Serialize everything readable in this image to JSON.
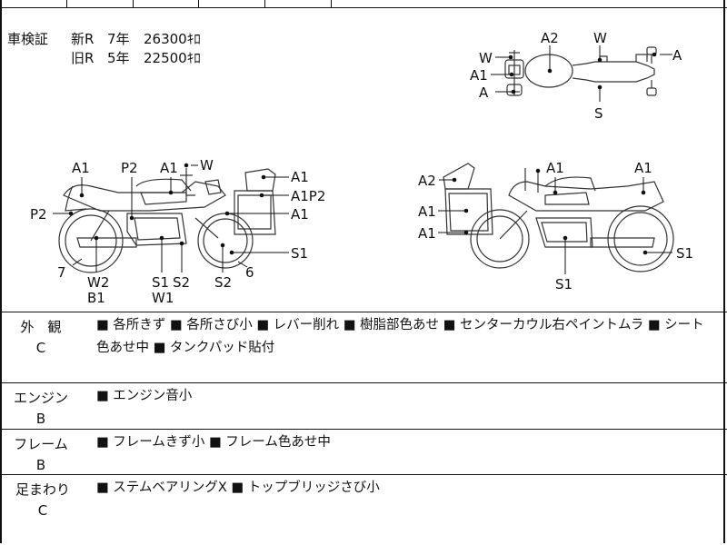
{
  "inspection_certificate": {
    "label": "車検証",
    "new_row": {
      "type": "新R",
      "years": "7年",
      "mileage": "26300ｷﾛ"
    },
    "old_row": {
      "type": "旧R",
      "years": "5年",
      "mileage": "22500ｷﾛ"
    }
  },
  "diagram_labels": {
    "top_view": {
      "a2": "A2",
      "w_left": "W",
      "w_right": "W",
      "a1": "A1",
      "a_left": "A",
      "a_right": "A",
      "s": "S"
    },
    "left_side": {
      "a1_front": "A1",
      "p2_tank": "P2",
      "a1_tank": "A1",
      "w_mirror": "W",
      "p2_tail": "P2",
      "a1_box_top": "A1",
      "a1p2_box": "A1P2",
      "a1_box_bottom": "A1",
      "s1_front": "S1",
      "num7": "7",
      "num6": "6",
      "w2": "W2",
      "b1": "B1",
      "s1_engine": "S1",
      "s2_engine": "S2",
      "w1": "W1",
      "s2_front": "S2"
    },
    "right_side": {
      "a2_box": "A2",
      "a1_box_mid": "A1",
      "a1_box_low": "A1",
      "a1_tank": "A1",
      "a1_seat": "A1",
      "s1_engine": "S1",
      "s1_front": "S1"
    }
  },
  "sections": [
    {
      "name": "外　観",
      "grade": "C",
      "items": [
        "■ 各所きず ■ 各所さび小 ■ レバー削れ ■ 樹脂部色あせ ■ センターカウル右ペイントムラ ■ シート",
        "色あせ中 ■ タンクパッド貼付"
      ]
    },
    {
      "name": "エンジン",
      "grade": "B",
      "items": [
        "■ エンジン音小"
      ]
    },
    {
      "name": "フレーム",
      "grade": "B",
      "items": [
        "■ フレームきず小 ■ フレーム色あせ中"
      ]
    },
    {
      "name": "足まわり",
      "grade": "C",
      "items": [
        "■ ステムベアリングX ■ トップブリッジさび小"
      ]
    }
  ]
}
